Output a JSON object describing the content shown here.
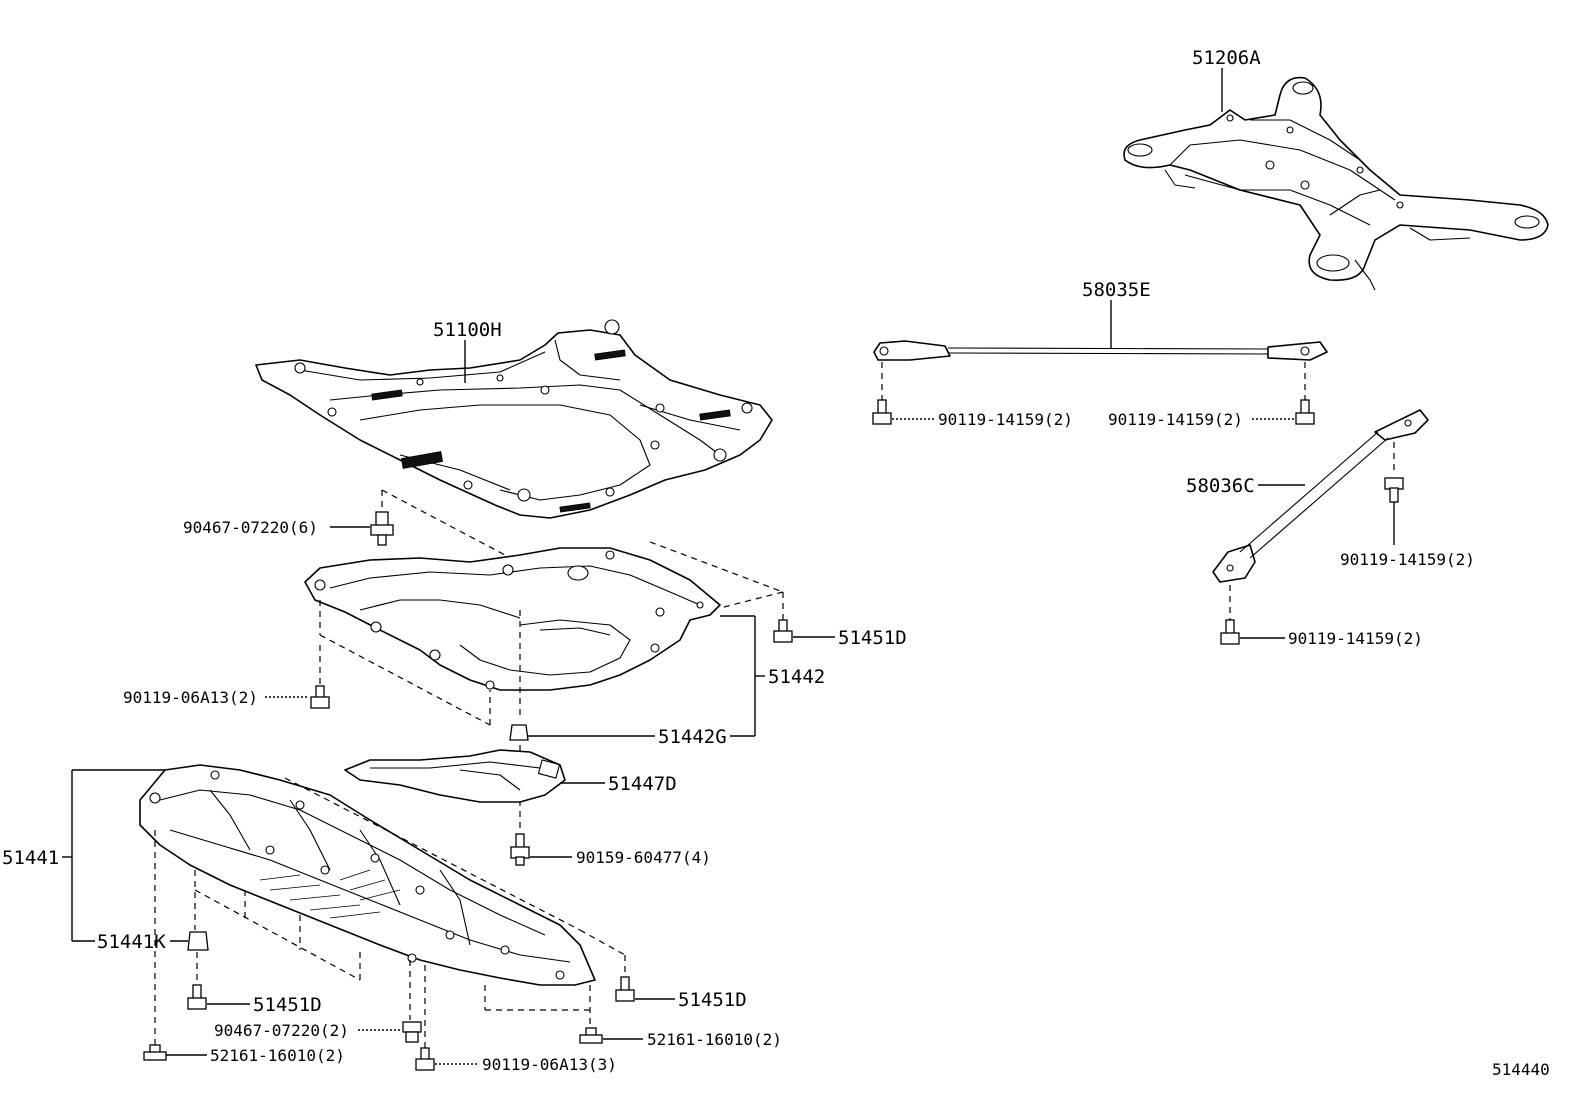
{
  "parts": {
    "p51206A": "51206A",
    "p58035E": "58035E",
    "p58036C": "58036C",
    "p51100H": "51100H",
    "p90467_07220_6": "90467-07220(6)",
    "p90119_14159_a": "90119-14159(2)",
    "p90119_14159_b": "90119-14159(2)",
    "p90119_14159_c": "90119-14159(2)",
    "p90119_14159_d": "90119-14159(2)",
    "p51451D_a": "51451D",
    "p51442": "51442",
    "p90119_06A13_2": "90119-06A13(2)",
    "p51442G": "51442G",
    "p51447D": "51447D",
    "p90159_60477_4": "90159-60477(4)",
    "p51441": "51441",
    "p51441K": "51441K",
    "p51451D_b": "51451D",
    "p51451D_c": "51451D",
    "p90467_07220_2": "90467-07220(2)",
    "p52161_16010_a": "52161-16010(2)",
    "p52161_16010_b": "52161-16010(2)",
    "p90119_06A13_3": "90119-06A13(3)"
  },
  "diagram_code": "514440"
}
